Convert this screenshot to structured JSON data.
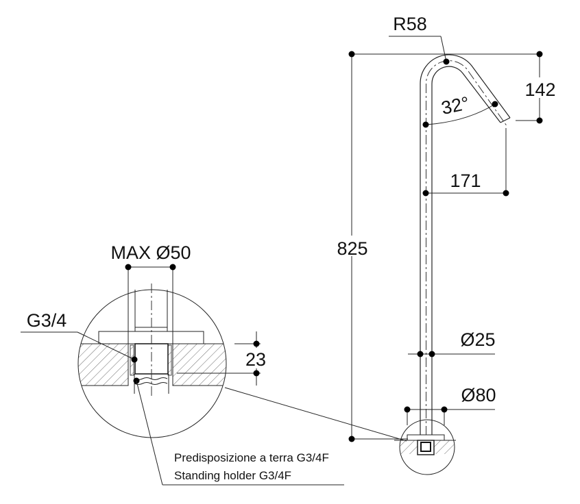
{
  "dimensions": {
    "radius": "R58",
    "angle": "32°",
    "spout_drop": "142",
    "spout_reach": "171",
    "total_height": "825",
    "pipe_diameter": "Ø25",
    "base_diameter": "Ø80",
    "max_hole": "MAX Ø50",
    "socket_depth": "23",
    "thread": "G3/4"
  },
  "notes": {
    "line_it": "Predisposizione a terra G3/4F",
    "line_en": "Standing holder G3/4F"
  }
}
